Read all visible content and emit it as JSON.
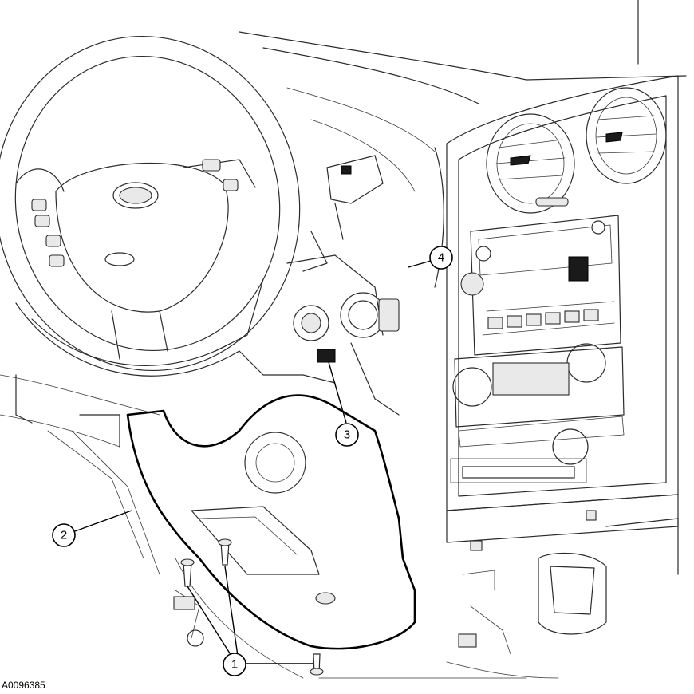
{
  "figure_id": "A0096385",
  "callouts": {
    "c1": "1",
    "c2": "2",
    "c3": "3",
    "c4": "4"
  }
}
